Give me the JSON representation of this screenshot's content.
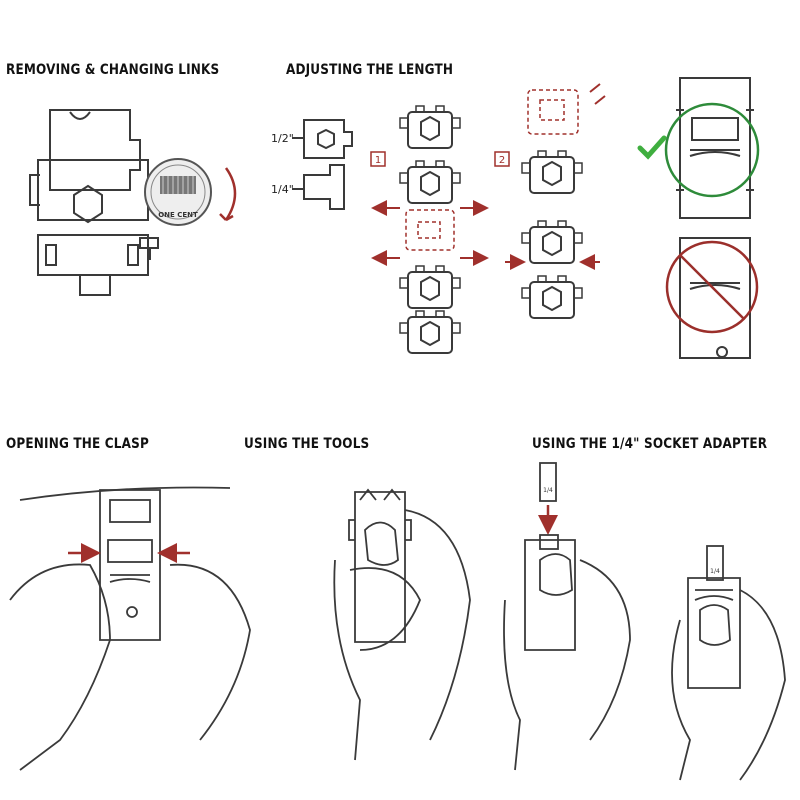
{
  "headings": {
    "removing_links": "REMOVING & CHANGING LINKS",
    "adjusting_length": "ADJUSTING THE LENGTH",
    "opening_clasp": "OPENING THE CLASP",
    "using_tools": "USING THE TOOLS",
    "socket_adapter": "USING THE 1/4\" SOCKET ADAPTER"
  },
  "labels": {
    "half_inch": "1/2\"",
    "quarter_inch": "1/4\"",
    "step_1": "1",
    "step_2": "2",
    "coin_text": "ONE CENT",
    "socket_label": "1/4"
  },
  "colors": {
    "line": "#3a3a3a",
    "accent_red": "#a0302c",
    "check_green": "#3fae3f",
    "circle_green": "#2e8b3a",
    "circle_red": "#9b2f2b"
  },
  "icons": [
    "coin-icon",
    "rotate-arrow-icon",
    "checkmark-icon",
    "prohibited-icon",
    "arrow-icon"
  ]
}
